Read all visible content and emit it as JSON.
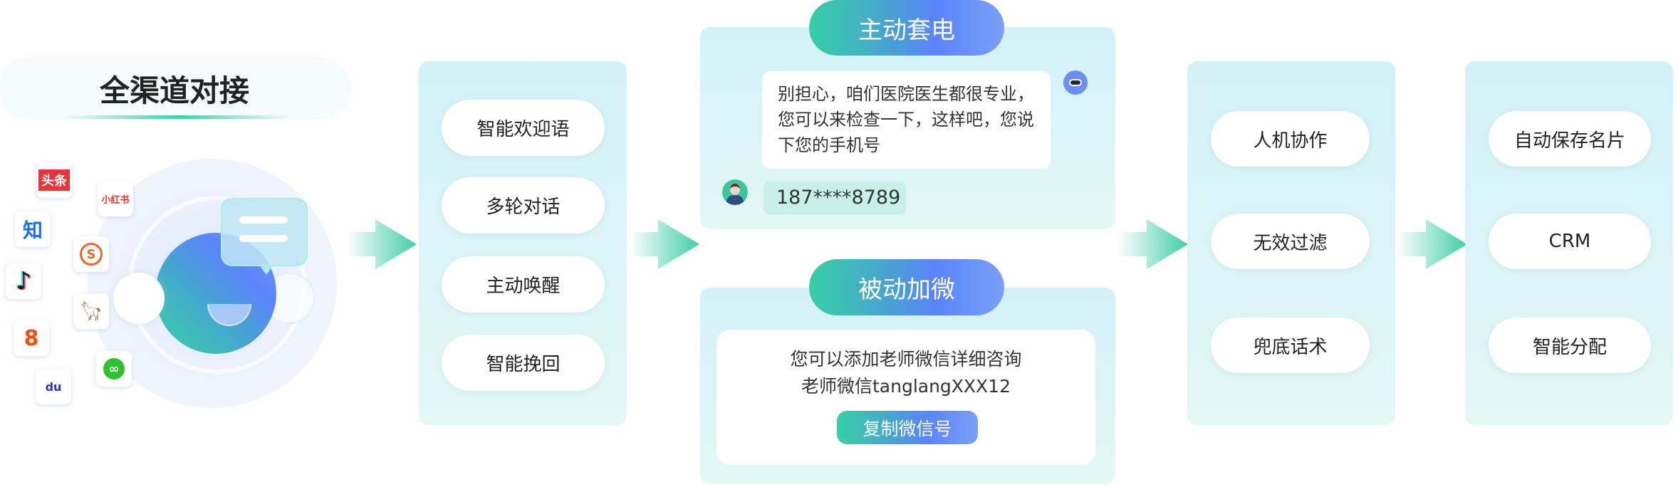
{
  "section1": {
    "title": "全渠道对接",
    "channels": [
      {
        "name": "toutiao",
        "label": "头条",
        "color": "#e8333a"
      },
      {
        "name": "xiaohongshu",
        "label": "小红书",
        "color": "#e8333a"
      },
      {
        "name": "zhihu",
        "label": "知",
        "color": "#1a6ef5"
      },
      {
        "name": "sogou",
        "label": "S",
        "color": "#f26522"
      },
      {
        "name": "douyin",
        "label": "♪",
        "color": "#111111"
      },
      {
        "name": "alpaca",
        "label": "🦙",
        "color": "#e07b1a"
      },
      {
        "name": "kuaishou",
        "label": "8",
        "color": "#ff4906"
      },
      {
        "name": "miniprogram",
        "label": "∞",
        "color": "#2bc22b"
      },
      {
        "name": "baidu",
        "label": "du",
        "color": "#2932e1"
      }
    ]
  },
  "section2": {
    "items": [
      "智能欢迎语",
      "多轮对话",
      "主动唤醒",
      "智能挽回"
    ]
  },
  "section3": {
    "active": {
      "title": "主动套电",
      "bot_message": "别担心，咱们医院医生都很专业，您可以来检查一下，这样吧，您说下您的手机号",
      "user_reply": "187****8789"
    },
    "passive": {
      "title": "被动加微",
      "line1": "您可以添加老师微信详细咨询",
      "line2": "老师微信tanglangXXX12",
      "button": "复制微信号"
    }
  },
  "section4": {
    "items": [
      "人机协作",
      "无效过滤",
      "兜底话术"
    ]
  },
  "section5": {
    "items": [
      "自动保存名片",
      "CRM",
      "智能分配"
    ]
  },
  "colors": {
    "accent_green": "#37d0a3",
    "accent_blue": "#5b84fb"
  }
}
